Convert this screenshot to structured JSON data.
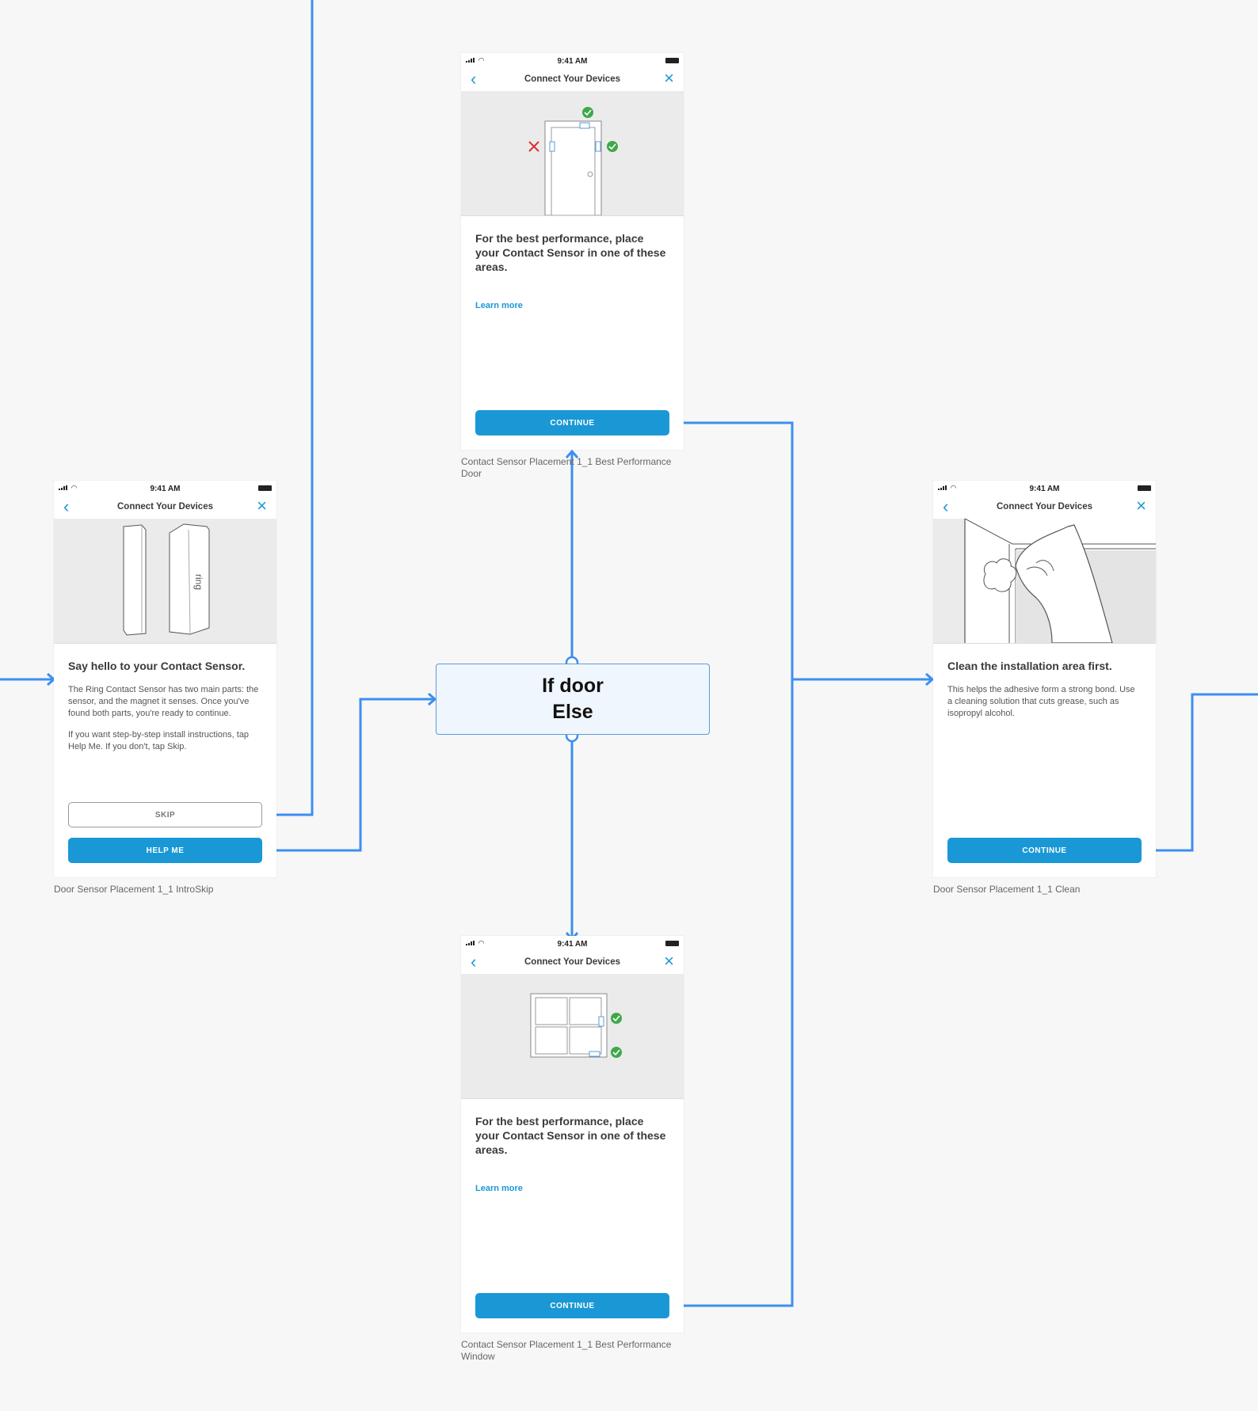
{
  "colors": {
    "flow_line": "#3c8ff0",
    "accent": "#1a98d5",
    "check": "#3fa84a",
    "cross": "#d9312b"
  },
  "status_bar": {
    "time": "9:41 AM",
    "wifi_icon": "wifi-icon",
    "battery_icon": "battery-icon"
  },
  "nav": {
    "title": "Connect Your Devices",
    "back_icon": "chevron-left-icon",
    "close_icon": "close-icon"
  },
  "decision": {
    "line1": "If door",
    "line2": "Else"
  },
  "screens": {
    "intro": {
      "heading": "Say hello to your Contact Sensor.",
      "para1": "The Ring Contact Sensor has two main parts: the sensor, and the magnet it senses. Once you've found both parts, you're ready to continue.",
      "para2": "If you want step-by-step install instructions, tap Help Me. If you don't, tap Skip.",
      "skip_label": "SKIP",
      "help_label": "HELP ME",
      "device_brand": "ring",
      "caption": "Door Sensor Placement 1_1 IntroSkip"
    },
    "door": {
      "heading": "For the best performance, place your Contact Sensor in one of these areas.",
      "link": "Learn more",
      "continue_label": "CONTINUE",
      "caption": "Contact Sensor Placement 1_1 Best Performance Door"
    },
    "window": {
      "heading": "For the best performance, place your Contact Sensor in one of these areas.",
      "link": "Learn more",
      "continue_label": "CONTINUE",
      "caption": "Contact Sensor Placement 1_1 Best Performance Window"
    },
    "clean": {
      "heading": "Clean the installation area first.",
      "para1": "This helps the adhesive form a strong bond. Use a cleaning solution that cuts grease, such as isopropyl alcohol.",
      "continue_label": "CONTINUE",
      "caption": "Door Sensor Placement 1_1 Clean"
    }
  }
}
